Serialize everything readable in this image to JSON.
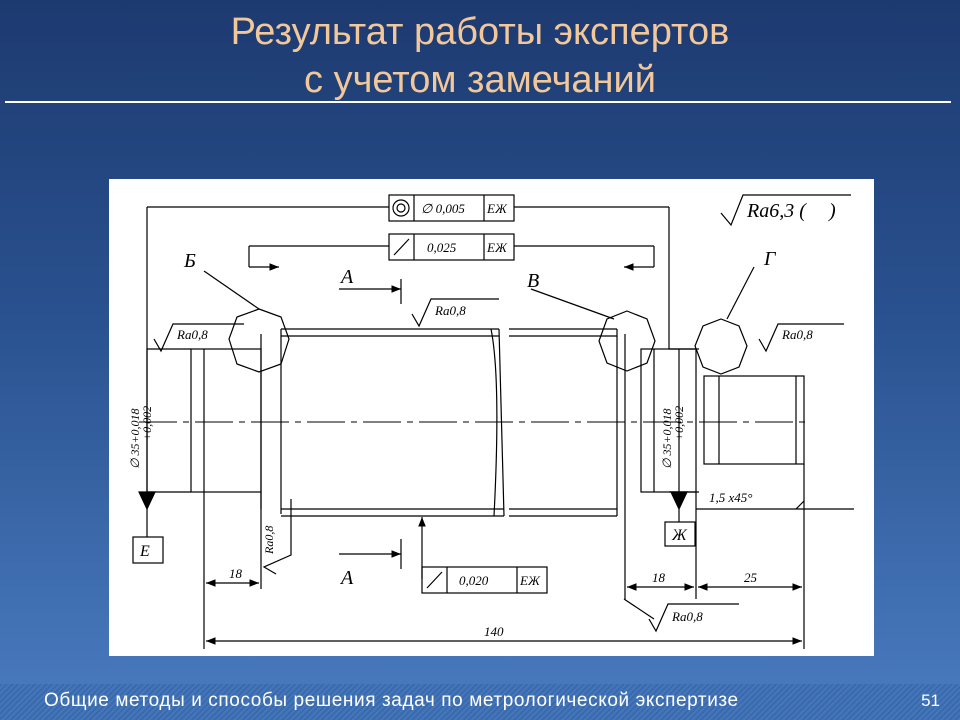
{
  "slide": {
    "title_line1": "Результат работы экспертов",
    "title_line2": "с учетом замечаний",
    "footer": "Общие методы и способы решения задач по метрологической экспертизе",
    "page_number": "51",
    "title_color": "#f2c89a"
  },
  "drawing": {
    "roughness_general": "Ra6,3 (",
    "frame_coaxiality": {
      "value": "∅ 0,005",
      "datum": "ЕЖ"
    },
    "frame_runout_top": {
      "value": "0,025",
      "datum": "ЕЖ"
    },
    "frame_runout_bottom": {
      "value": "0,020",
      "datum": "ЕЖ"
    },
    "label_B": "Б",
    "label_G": "Г",
    "label_V": "В",
    "section_A_top": "А",
    "section_A_bottom": "А",
    "datum_E": "Е",
    "datum_Zh": "Ж",
    "ra_left": "Ra0,8",
    "ra_mid": "Ra0,8",
    "ra_right": "Ra0,8",
    "ra_bottom_right": "Ra0,8",
    "ra_vertical": "Ra0,8",
    "dia_left": "∅ 35+0,018",
    "dia_left_lower": "+0,002",
    "dia_right": "∅ 35+0,018",
    "dia_right_lower": "+0,002",
    "chamfer": "1,5 x45°",
    "dim_18_left": "18",
    "dim_18_right": "18",
    "dim_25": "25",
    "dim_140": "140"
  }
}
